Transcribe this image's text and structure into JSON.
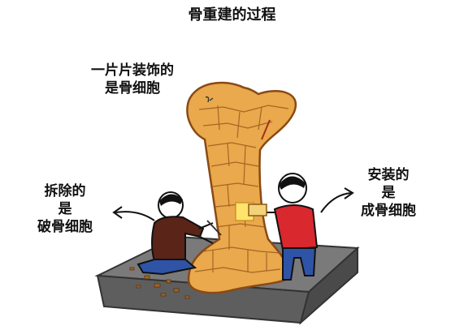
{
  "title": "骨重建的过程",
  "labels": {
    "osteocyte": [
      "一片片装饰的",
      "是骨细胞"
    ],
    "osteoclast": [
      "拆除的",
      "是",
      "破骨细胞"
    ],
    "osteoblast": [
      "安装的",
      "是",
      "成骨细胞"
    ]
  },
  "colors": {
    "bone": "#E9A94C",
    "bone_outline": "#8A4A14",
    "osteoclast_shirt": "#5A2418",
    "osteoblast_shirt": "#D9282E",
    "pants": "#2F54A7",
    "platform": "#6E6E6E"
  },
  "icons": [
    "arrow-left-icon",
    "arrow-right-icon"
  ]
}
